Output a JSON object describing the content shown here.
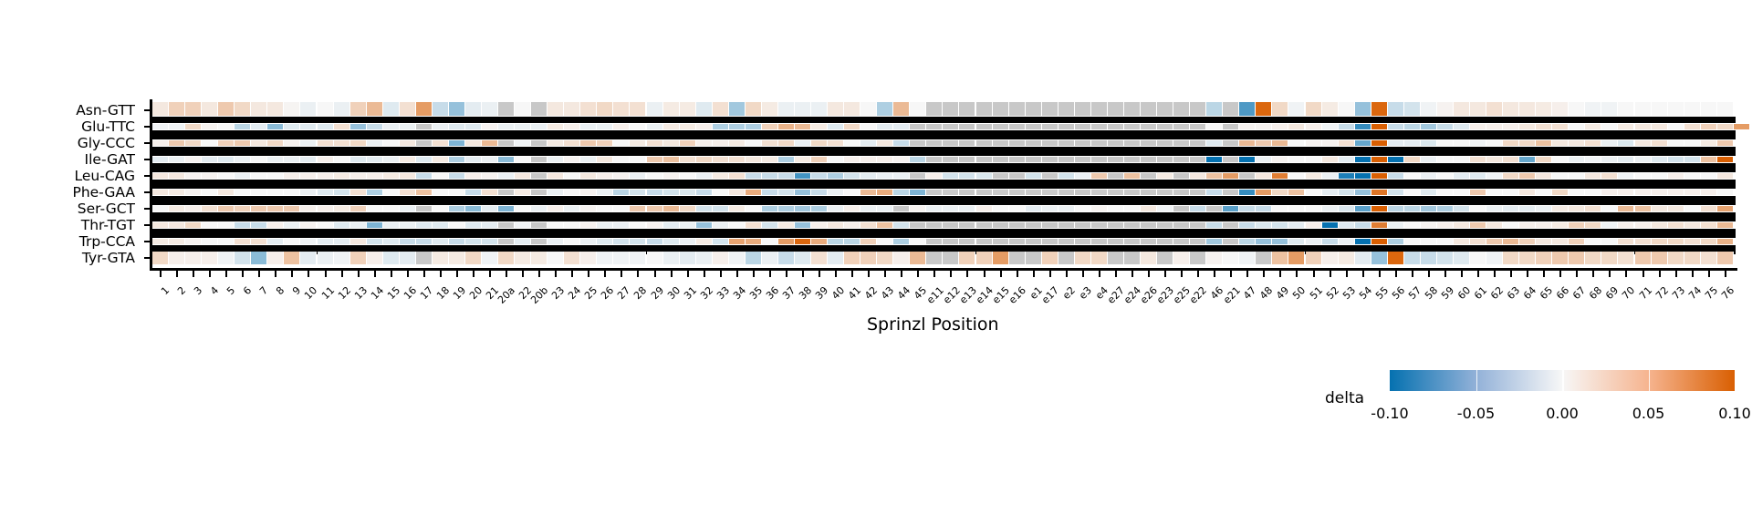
{
  "chart_data": {
    "type": "heatmap",
    "title": "",
    "xlabel": "Sprinzl Position",
    "ylabel": "",
    "rows": [
      "Asn-GTT",
      "Glu-TTC",
      "Gly-CCC",
      "Ile-GAT",
      "Leu-CAG",
      "Phe-GAA",
      "Ser-GCT",
      "Thr-TGT",
      "Trp-CCA",
      "Tyr-GTA"
    ],
    "columns": [
      "1",
      "2",
      "3",
      "4",
      "5",
      "6",
      "7",
      "8",
      "9",
      "10",
      "11",
      "12",
      "13",
      "14",
      "15",
      "16",
      "17",
      "18",
      "19",
      "20",
      "21",
      "20a",
      "22",
      "20b",
      "23",
      "24",
      "25",
      "26",
      "27",
      "28",
      "29",
      "30",
      "31",
      "32",
      "33",
      "34",
      "35",
      "36",
      "37",
      "38",
      "39",
      "40",
      "41",
      "42",
      "43",
      "44",
      "45",
      "e11",
      "e12",
      "e13",
      "e14",
      "e15",
      "e16",
      "e1",
      "e17",
      "e2",
      "e3",
      "e4",
      "e27",
      "e24",
      "e26",
      "e23",
      "e25",
      "e22",
      "46",
      "e21",
      "47",
      "48",
      "49",
      "50",
      "51",
      "52",
      "53",
      "54",
      "55",
      "56",
      "57",
      "58",
      "59",
      "60",
      "61",
      "62",
      "63",
      "64",
      "65",
      "66",
      "67",
      "68",
      "69",
      "70",
      "71",
      "72",
      "73",
      "74",
      "75",
      "76"
    ],
    "legend": {
      "title": "delta",
      "min": -0.1,
      "max": 0.1,
      "ticks": [
        "-0.10",
        "-0.05",
        "0.00",
        "0.05",
        "0.10"
      ],
      "position": "bottom-right"
    },
    "colors": {
      "low": "#0571b0",
      "mid": "#f7f7f7",
      "high": "#d95f02",
      "missing": "#c8c8c8",
      "separator": "#000000"
    },
    "missing_value_note": "null = gray (position absent)",
    "values": [
      [
        0.01,
        0.025,
        0.025,
        0.01,
        0.03,
        0.02,
        0.01,
        0.01,
        0.002,
        -0.005,
        0.0,
        -0.005,
        0.025,
        0.04,
        -0.01,
        0.015,
        0.06,
        -0.02,
        -0.04,
        -0.008,
        -0.005,
        null,
        0.0,
        null,
        0.01,
        0.01,
        0.015,
        0.02,
        0.015,
        0.015,
        -0.005,
        0.008,
        0.008,
        -0.01,
        0.015,
        -0.035,
        0.02,
        0.008,
        -0.005,
        -0.005,
        -0.005,
        0.01,
        0.01,
        0.0,
        -0.03,
        0.04,
        0.0,
        null,
        null,
        null,
        null,
        null,
        null,
        null,
        null,
        null,
        null,
        null,
        null,
        null,
        null,
        null,
        null,
        null,
        -0.025,
        null,
        -0.07,
        0.095,
        0.02,
        -0.003,
        0.02,
        0.008,
        0.0,
        -0.04,
        0.095,
        -0.02,
        -0.015,
        -0.003,
        0.003,
        0.01,
        0.01,
        0.015,
        0.01,
        0.01,
        0.008,
        0.005,
        0.0,
        -0.003,
        -0.003,
        0.0,
        0.0,
        0.0,
        0.0,
        0.0,
        0.0,
        0.0
      ],
      [
        -0.003,
        -0.003,
        0.02,
        0.003,
        0.0,
        -0.025,
        -0.008,
        -0.045,
        -0.01,
        -0.01,
        -0.01,
        0.015,
        -0.04,
        -0.02,
        -0.005,
        -0.005,
        null,
        -0.005,
        -0.01,
        -0.01,
        0.003,
        -0.005,
        -0.005,
        -0.005,
        0.008,
        0.005,
        -0.005,
        -0.005,
        0.005,
        0.0,
        -0.005,
        0.008,
        0.008,
        0.005,
        -0.03,
        -0.03,
        -0.03,
        0.025,
        0.045,
        0.04,
        0.008,
        -0.01,
        0.02,
        0.0,
        -0.008,
        -0.008,
        null,
        null,
        null,
        null,
        null,
        null,
        null,
        null,
        null,
        null,
        null,
        null,
        null,
        null,
        null,
        null,
        null,
        null,
        0.0,
        null,
        0.003,
        0.003,
        0.005,
        0.01,
        0.005,
        -0.003,
        -0.02,
        -0.08,
        0.1,
        -0.02,
        -0.025,
        -0.035,
        -0.02,
        -0.01,
        0.005,
        0.005,
        0.005,
        0.01,
        0.015,
        0.015,
        0.0,
        0.008,
        0.0,
        0.008,
        0.01,
        0.01,
        0.0,
        0.015,
        0.025,
        0.02,
        0.06
      ],
      [
        0.005,
        0.03,
        0.02,
        0.0,
        0.025,
        0.03,
        0.01,
        0.02,
        0.003,
        -0.005,
        0.015,
        0.015,
        0.02,
        -0.005,
        0.0,
        0.01,
        null,
        0.015,
        -0.05,
        0.01,
        0.04,
        null,
        -0.003,
        null,
        0.008,
        0.015,
        0.03,
        0.025,
        0.0,
        0.008,
        0.015,
        0.01,
        0.025,
        0.005,
        0.005,
        0.008,
        0.0,
        0.015,
        0.02,
        -0.005,
        0.02,
        0.015,
        0.0,
        -0.008,
        0.01,
        -0.02,
        null,
        null,
        null,
        null,
        null,
        null,
        null,
        null,
        null,
        null,
        null,
        null,
        null,
        null,
        null,
        null,
        null,
        null,
        -0.01,
        null,
        0.04,
        0.03,
        0.04,
        0.0,
        0.003,
        0.003,
        0.015,
        -0.06,
        0.1,
        -0.008,
        -0.008,
        -0.012,
        0.0,
        0.0,
        -0.003,
        0.0,
        0.02,
        0.02,
        0.035,
        0.01,
        0.01,
        0.015,
        -0.005,
        -0.012,
        0.01,
        0.015,
        0.0,
        0.0,
        0.008,
        0.03
      ],
      [
        -0.008,
        -0.005,
        0.003,
        -0.008,
        -0.01,
        -0.005,
        0.0,
        -0.005,
        -0.005,
        -0.008,
        0.005,
        0.0,
        -0.01,
        -0.008,
        -0.005,
        0.008,
        -0.01,
        0.008,
        -0.03,
        -0.008,
        -0.005,
        -0.045,
        0.0,
        null,
        -0.005,
        0.003,
        -0.005,
        0.01,
        0.0,
        0.0,
        0.03,
        0.035,
        0.015,
        0.02,
        0.015,
        0.015,
        0.01,
        0.008,
        -0.03,
        0.008,
        0.025,
        0.0,
        0.005,
        0.005,
        0.005,
        0.003,
        -0.025,
        null,
        null,
        null,
        null,
        null,
        null,
        null,
        null,
        null,
        null,
        null,
        null,
        null,
        null,
        null,
        null,
        null,
        -0.1,
        null,
        -0.1,
        -0.005,
        0.003,
        0.0,
        0.0,
        0.01,
        -0.008,
        -0.1,
        0.1,
        -0.1,
        0.02,
        -0.005,
        0.0,
        0.0,
        0.015,
        0.01,
        0.015,
        -0.06,
        0.02,
        0.0,
        -0.005,
        -0.003,
        -0.005,
        -0.008,
        -0.005,
        -0.01,
        -0.015,
        -0.015,
        0.035,
        0.1
      ],
      [
        0.01,
        0.01,
        0.003,
        0.003,
        0.0,
        -0.005,
        0.0,
        0.0,
        0.005,
        0.005,
        0.005,
        0.008,
        0.005,
        0.005,
        0.008,
        0.01,
        -0.02,
        0.0,
        -0.02,
        0.005,
        0.003,
        -0.005,
        0.01,
        null,
        0.01,
        0.0,
        0.01,
        0.005,
        0.003,
        -0.005,
        0.0,
        0.003,
        0.0,
        -0.005,
        0.008,
        0.015,
        -0.02,
        -0.02,
        -0.02,
        -0.075,
        -0.02,
        -0.03,
        -0.015,
        -0.008,
        -0.005,
        -0.005,
        null,
        0.005,
        -0.015,
        -0.015,
        -0.012,
        null,
        null,
        -0.015,
        null,
        -0.015,
        -0.005,
        0.03,
        null,
        0.035,
        null,
        0.008,
        null,
        0.01,
        0.035,
        0.06,
        null,
        0.01,
        0.08,
        0.0,
        0.008,
        -0.005,
        -0.09,
        -0.1,
        0.1,
        -0.02,
        0.0,
        -0.005,
        0.0,
        -0.008,
        -0.01,
        -0.003,
        0.02,
        0.03,
        0.01,
        0.0,
        0.0,
        0.01,
        0.015,
        -0.003,
        0.0,
        0.0,
        0.005,
        0.0,
        0.0,
        0.01
      ],
      [
        0.01,
        0.008,
        0.003,
        0.0,
        0.01,
        0.0,
        0.0,
        0.0,
        0.0,
        -0.005,
        -0.01,
        -0.015,
        0.015,
        -0.03,
        0.0,
        0.015,
        0.035,
        0.0,
        0.0,
        -0.02,
        0.015,
        null,
        0.008,
        null,
        -0.005,
        0.0,
        0.003,
        -0.005,
        -0.025,
        -0.015,
        -0.02,
        -0.015,
        -0.012,
        -0.02,
        0.0,
        0.01,
        0.05,
        -0.02,
        -0.015,
        -0.04,
        -0.02,
        -0.005,
        0.0,
        0.04,
        0.05,
        -0.025,
        -0.05,
        null,
        null,
        null,
        null,
        null,
        null,
        null,
        null,
        null,
        null,
        null,
        null,
        null,
        null,
        null,
        null,
        null,
        -0.02,
        null,
        -0.08,
        0.06,
        0.02,
        0.035,
        0.0,
        -0.008,
        -0.015,
        -0.04,
        0.085,
        -0.015,
        0.0,
        -0.01,
        0.0,
        0.0,
        0.03,
        0.0,
        0.0,
        0.01,
        0.0,
        0.02,
        0.0,
        0.0,
        0.005,
        0.005,
        0.005,
        0.005,
        0.005,
        0.005,
        0.005,
        0.0
      ],
      [
        0.0,
        0.008,
        0.005,
        0.015,
        0.03,
        0.025,
        0.03,
        0.03,
        0.03,
        0.005,
        0.005,
        0.008,
        0.025,
        0.0,
        0.0,
        -0.005,
        null,
        0.0,
        -0.03,
        -0.045,
        -0.008,
        -0.05,
        0.0,
        -0.005,
        0.005,
        -0.005,
        0.003,
        0.0,
        0.0,
        0.03,
        0.03,
        0.04,
        0.02,
        -0.015,
        -0.015,
        0.008,
        0.0,
        -0.03,
        -0.03,
        -0.035,
        -0.03,
        -0.005,
        0.005,
        -0.005,
        -0.005,
        null,
        0.003,
        -0.005,
        -0.005,
        -0.005,
        0.005,
        0.0,
        0.0,
        -0.008,
        -0.005,
        -0.005,
        0.0,
        0.003,
        0.0,
        0.0,
        0.01,
        -0.003,
        null,
        -0.02,
        null,
        -0.065,
        -0.02,
        -0.02,
        0.0,
        0.0,
        0.0,
        -0.005,
        -0.012,
        -0.065,
        0.1,
        -0.025,
        -0.025,
        -0.035,
        -0.03,
        -0.015,
        0.0,
        -0.005,
        -0.008,
        -0.008,
        -0.005,
        0.008,
        0.01,
        0.015,
        0.0,
        0.04,
        0.035,
        0.01,
        0.01,
        0.0,
        0.015,
        0.055
      ],
      [
        0.01,
        0.01,
        0.02,
        0.0,
        0.0,
        -0.02,
        -0.02,
        0.005,
        -0.005,
        0.003,
        0.0,
        -0.01,
        -0.005,
        -0.05,
        -0.005,
        -0.005,
        -0.01,
        -0.01,
        0.0,
        -0.01,
        -0.008,
        null,
        -0.003,
        null,
        0.0,
        0.0,
        0.003,
        -0.005,
        -0.005,
        0.0,
        0.003,
        -0.008,
        -0.005,
        -0.04,
        -0.005,
        0.0,
        0.015,
        -0.015,
        0.008,
        -0.04,
        0.005,
        0.01,
        0.005,
        0.015,
        0.035,
        -0.015,
        null,
        null,
        null,
        null,
        null,
        null,
        null,
        null,
        null,
        null,
        null,
        null,
        null,
        null,
        null,
        null,
        null,
        null,
        -0.02,
        null,
        -0.02,
        -0.012,
        -0.015,
        -0.008,
        0.005,
        -0.1,
        -0.01,
        -0.02,
        0.08,
        -0.005,
        0.0,
        0.003,
        0.005,
        0.01,
        0.03,
        0.01,
        0.0,
        0.005,
        0.005,
        0.008,
        0.025,
        0.02,
        -0.003,
        0.005,
        0.005,
        0.01,
        0.015,
        0.01,
        0.015,
        0.04
      ],
      [
        0.008,
        0.008,
        0.003,
        0.0,
        0.0,
        0.015,
        0.015,
        -0.008,
        0.0,
        -0.003,
        -0.008,
        -0.008,
        0.01,
        -0.015,
        -0.01,
        -0.02,
        -0.02,
        -0.01,
        -0.02,
        -0.015,
        -0.015,
        null,
        -0.008,
        null,
        -0.005,
        0.0,
        -0.005,
        -0.01,
        -0.015,
        -0.015,
        -0.02,
        -0.01,
        -0.005,
        0.008,
        -0.015,
        0.055,
        0.05,
        0.0,
        0.06,
        0.095,
        0.05,
        -0.025,
        -0.025,
        0.025,
        0.0,
        -0.03,
        0.0,
        null,
        null,
        null,
        null,
        null,
        null,
        null,
        null,
        null,
        null,
        null,
        null,
        null,
        null,
        null,
        null,
        null,
        -0.035,
        null,
        -0.025,
        -0.04,
        -0.04,
        -0.01,
        -0.005,
        -0.02,
        -0.005,
        -0.1,
        0.1,
        -0.03,
        0.0,
        0.0,
        0.0,
        0.01,
        0.015,
        0.03,
        0.04,
        0.025,
        0.01,
        0.01,
        0.025,
        0.0,
        0.0,
        0.015,
        0.015,
        0.02,
        0.02,
        0.015,
        0.02,
        0.045
      ],
      [
        0.02,
        0.005,
        0.005,
        0.005,
        -0.003,
        -0.015,
        -0.045,
        0.005,
        0.035,
        -0.008,
        -0.005,
        -0.003,
        0.025,
        0.005,
        -0.01,
        -0.008,
        null,
        0.008,
        0.008,
        0.02,
        -0.003,
        0.02,
        0.008,
        0.008,
        0.0,
        0.015,
        0.005,
        -0.003,
        -0.003,
        -0.003,
        0.0,
        -0.005,
        -0.008,
        -0.005,
        0.005,
        -0.003,
        -0.025,
        -0.005,
        -0.02,
        -0.01,
        0.015,
        -0.008,
        0.025,
        0.025,
        0.02,
        0.005,
        0.04,
        null,
        null,
        0.025,
        0.025,
        0.06,
        null,
        null,
        0.025,
        null,
        0.02,
        0.02,
        null,
        null,
        0.01,
        null,
        0.005,
        null,
        0.003,
        0.0,
        -0.003,
        null,
        0.035,
        0.06,
        0.025,
        0.005,
        0.008,
        -0.008,
        -0.04,
        0.095,
        -0.02,
        -0.02,
        -0.015,
        -0.01,
        0.0,
        -0.003,
        0.02,
        0.02,
        0.025,
        0.03,
        0.03,
        0.02,
        0.02,
        0.015,
        0.03,
        0.03,
        0.02,
        0.02,
        0.015,
        0.03
      ]
    ]
  }
}
